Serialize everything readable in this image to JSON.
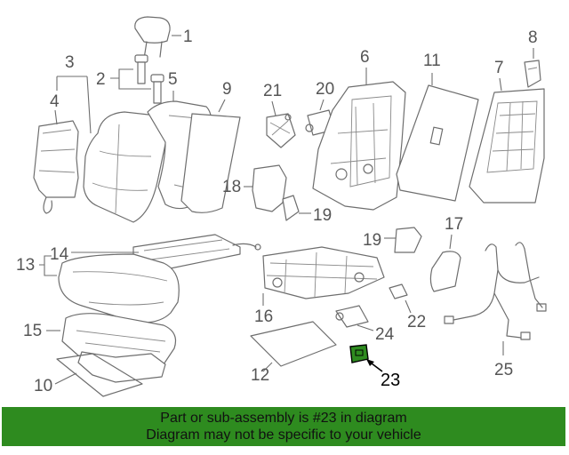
{
  "callouts": {
    "c1": "1",
    "c2": "2",
    "c3": "3",
    "c4": "4",
    "c5": "5",
    "c6": "6",
    "c7": "7",
    "c8": "8",
    "c9": "9",
    "c10": "10",
    "c11": "11",
    "c12": "12",
    "c13": "13",
    "c14": "14",
    "c15": "15",
    "c16": "16",
    "c17": "17",
    "c18": "18",
    "c19a": "19",
    "c19b": "19",
    "c20": "20",
    "c21": "21",
    "c22": "22",
    "c23": "23",
    "c24": "24",
    "c25": "25"
  },
  "highlight": {
    "part_fill": "#2e8b1f",
    "banner_bg": "#2e8b1f"
  },
  "banner": {
    "line1": "Part or sub-assembly is #23 in diagram",
    "line2": "Diagram may not be specific to your vehicle"
  }
}
